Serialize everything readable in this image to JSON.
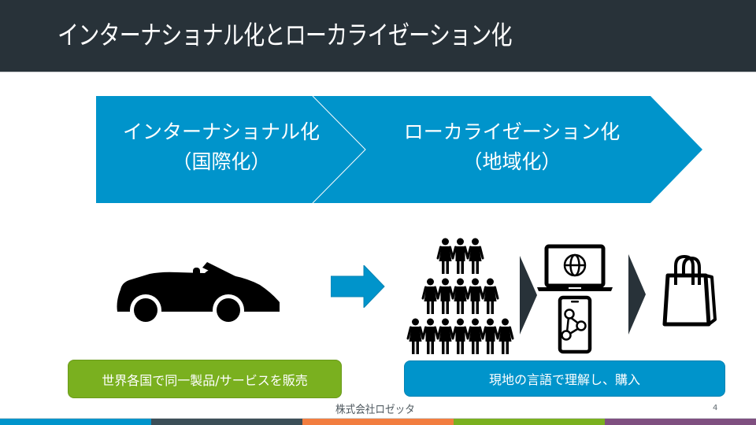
{
  "slide": {
    "title": "インターナショナル化とローカライゼーション化",
    "page_number": "4",
    "company": "株式会社ロゼッタ"
  },
  "process": {
    "step1": {
      "label": "インターナショナル化",
      "sub": "（国際化）"
    },
    "step2": {
      "label": "ローカライゼーション化",
      "sub": "（地域化）"
    }
  },
  "panels": {
    "left_caption": "世界各国で同一製品/サービスを販売",
    "right_caption": "現地の言語で理解し、購入"
  },
  "icons": {
    "car": "convertible-car-icon",
    "arrow": "right-arrow-icon",
    "people": "people-crowd-icon",
    "devices": "laptop-and-smartphone-icon",
    "bag": "shopping-bag-icon"
  },
  "colors": {
    "title_bg": "#283239",
    "chevron_blue": "#0094cb",
    "green": "#7ab01f",
    "dark_arrow": "#283239",
    "bar": [
      "#0094cb",
      "#3b4e57",
      "#f27d3f",
      "#7ab01f",
      "#7f4f80"
    ]
  }
}
